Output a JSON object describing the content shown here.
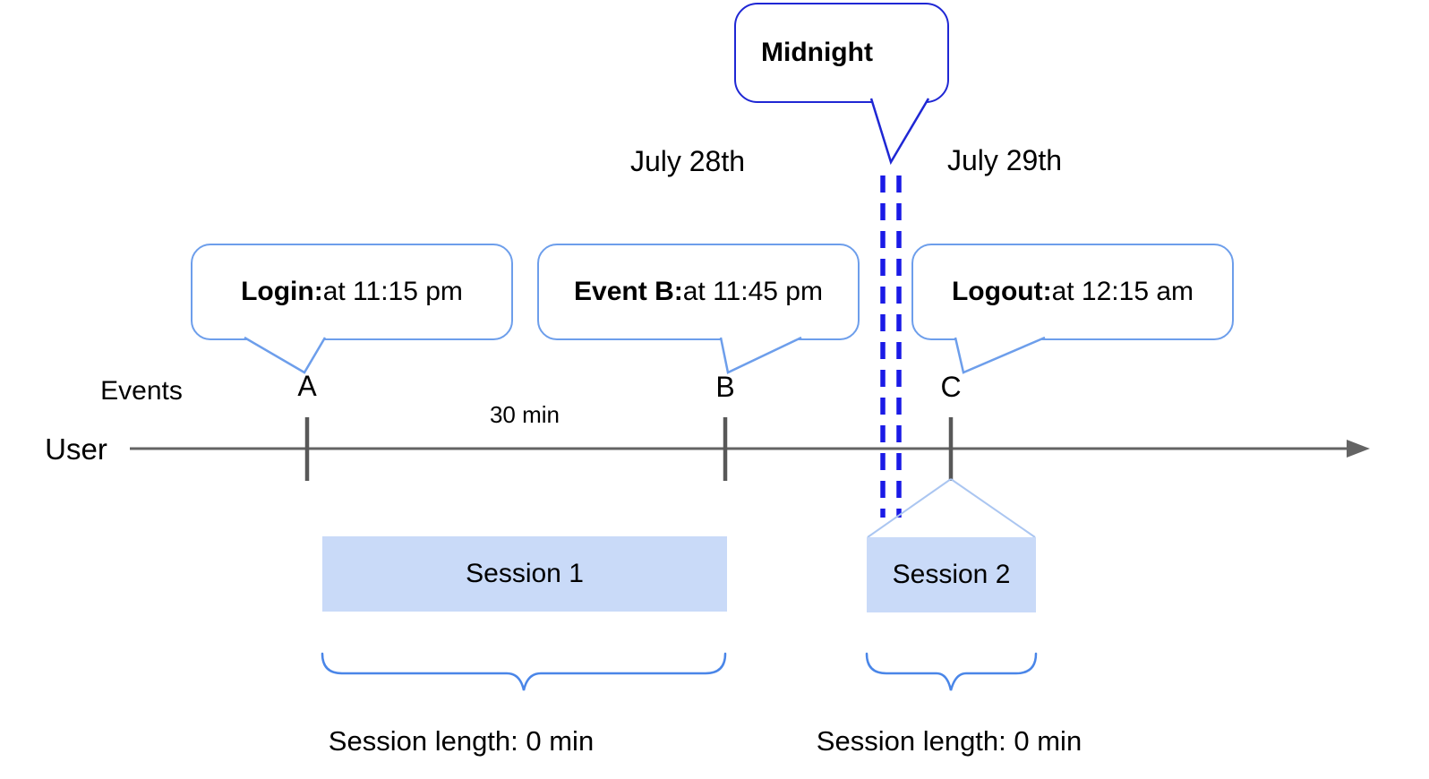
{
  "colors": {
    "callout_border": "#6d9eeb",
    "midnight_border": "#1f27d4",
    "dash_blue": "#1a1ae6",
    "session_fill": "#c9daf8",
    "brace_blue": "#4a86e8",
    "roof_blue": "#abc6f1",
    "axis_gray": "#646464",
    "tick_gray": "#585858"
  },
  "callouts": {
    "midnight": {
      "label": "Midnight"
    },
    "login": {
      "bold": "Login:",
      "rest": " at 11:15 pm"
    },
    "event_b": {
      "bold": "Event B:",
      "rest": " at 11:45 pm"
    },
    "logout": {
      "bold": "Logout:",
      "rest": " at 12:15 am"
    }
  },
  "dates": {
    "before_midnight": "July 28th",
    "after_midnight": "July 29th"
  },
  "timeline": {
    "row_label": "User",
    "events_label": "Events",
    "markers": [
      "A",
      "B",
      "C"
    ],
    "interval_label": "30 min"
  },
  "sessions": [
    {
      "label": "Session 1",
      "length_label": "Session length: 0 min"
    },
    {
      "label": "Session 2",
      "length_label": "Session length: 0 min"
    }
  ]
}
